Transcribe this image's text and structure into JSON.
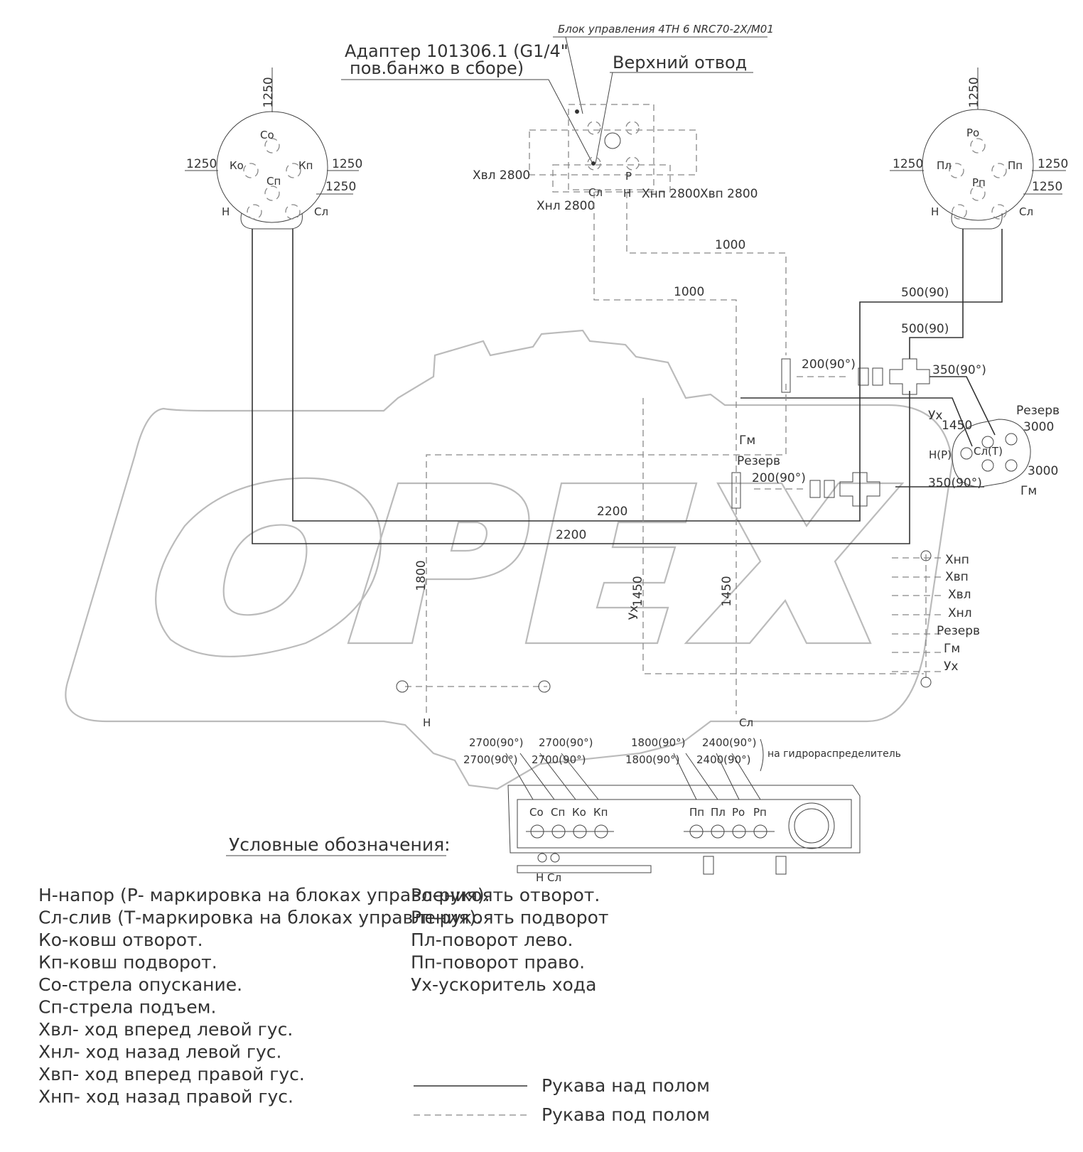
{
  "control_unit": {
    "title": "Блок управления 4TH 6 NRC70-2X/M01",
    "adapter_line1": "Адаптер 101306.1 (G1/4\"",
    "adapter_line2": "пов.банжо в сборе)",
    "top_outlet": "Верхний отвод",
    "port_sl": "Сл",
    "port_p": "P",
    "port_n": "Н",
    "xvl": "Хвл 2800",
    "xnl": "Хнл 2800",
    "xnp": "Хнп 2800",
    "xvp": "Хвп 2800"
  },
  "left_joystick": {
    "top": "1250",
    "left": "1250",
    "right": "1250",
    "right_low": "1250",
    "ports": [
      "Со",
      "Ко",
      "Кп",
      "Сп",
      "Н",
      "Сл"
    ]
  },
  "right_joystick": {
    "top": "1250",
    "left": "1250",
    "right": "1250",
    "right_low": "1250",
    "ports": [
      "Ро",
      "Пл",
      "Пп",
      "Рп",
      "Н",
      "Сл"
    ]
  },
  "dimensions": {
    "d1000_upper": "1000",
    "d1000_lower": "1000",
    "d500_upper": "500(90)",
    "d500_lower": "500(90)",
    "d200_upper": "200(90°)",
    "d200_lower": "200(90°)",
    "d350_upper": "350(90°)",
    "d350_lower": "350(90°)",
    "d1450_right": "1450",
    "d2200_upper": "2200",
    "d2200_lower": "2200",
    "d1800": "1800",
    "d1450_mid": "1450",
    "d1450_mid2": "1450"
  },
  "labels": {
    "gm": "Гм",
    "reserve": "Резерв",
    "ux": "Ух",
    "ux_mid": "Ух",
    "n_bottom": "Н",
    "sl_bottom": "Сл"
  },
  "valve_block": {
    "ux": "Ух",
    "reserve": "Резерв",
    "reserve_len": "3000",
    "gm_len": "3000",
    "gm": "Гм",
    "n_p": "Н(P)",
    "sl_t": "Сл(Т)"
  },
  "side_list": [
    "Хнп",
    "Хвп",
    "Хвл",
    "Хнл",
    "Резерв",
    "Гм",
    "Ух"
  ],
  "distributor": {
    "row1": [
      "2700(90°)",
      "2700(90°)",
      "1800(90°)",
      "2400(90°)"
    ],
    "row2": [
      "2700(90°)",
      "2700(90°)",
      "1800(90°)",
      "2400(90°)"
    ],
    "note": "на гидрораспределитель",
    "ports_left": [
      "Со",
      "Сп",
      "Ко",
      "Кп"
    ],
    "ports_right": [
      "Пп",
      "Пл",
      "Ро",
      "Рп"
    ],
    "ns": "Н Сл"
  },
  "legend": {
    "title": "Условные обозначения:",
    "col1": [
      "Н-напор (Р- маркировка на блоках управления).",
      "Сл-слив (Т-маркировка на блоках управления).",
      "Ко-ковш отворот.",
      "Кп-ковш подворот.",
      "Со-стрела опускание.",
      "Сп-стрела подъем.",
      "Хвл- ход вперед левой гус.",
      "Хнл- ход назад левой гус.",
      "Хвп- ход вперед правой гус.",
      "Хнп- ход назад правой гус."
    ],
    "col2": [
      "Ро-рукоять отворот.",
      "Рп-рукоять подворот",
      "Пл-поворот лево.",
      "Пп-поворот право.",
      "Ух-ускоритель хода"
    ],
    "line_solid": "Рукава над полом",
    "line_dashed": "Рукава под полом"
  },
  "watermark": {
    "brand": "OPEX"
  }
}
